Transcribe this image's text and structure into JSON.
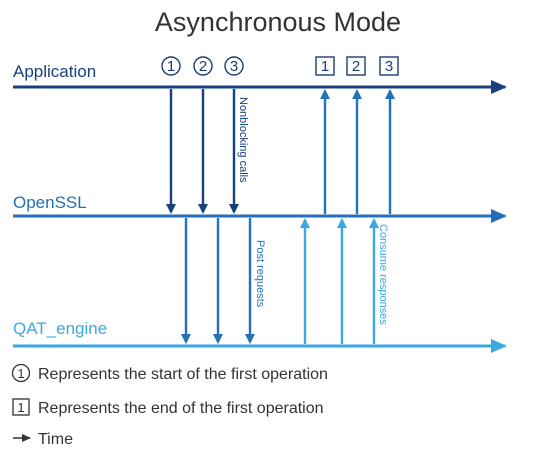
{
  "title": "Asynchronous Mode",
  "lanes": {
    "application": "Application",
    "openssl": "OpenSSL",
    "qat_engine": "QAT_engine"
  },
  "start_markers": [
    "1",
    "2",
    "3"
  ],
  "end_markers": [
    "1",
    "2",
    "3"
  ],
  "annotations": {
    "nonblocking": "Nonblocking calls",
    "post_requests": "Post requests",
    "consume_responses": "Consume responses"
  },
  "legend": {
    "start_symbol": "1",
    "start_text": "Represents the start of the first operation",
    "end_symbol": "1",
    "end_text": "Represents the end of the first operation",
    "time_text": "Time"
  },
  "colors": {
    "application": "#173f7b",
    "openssl": "#2470b8",
    "qat_engine": "#3aa9e0",
    "text": "#333333"
  }
}
